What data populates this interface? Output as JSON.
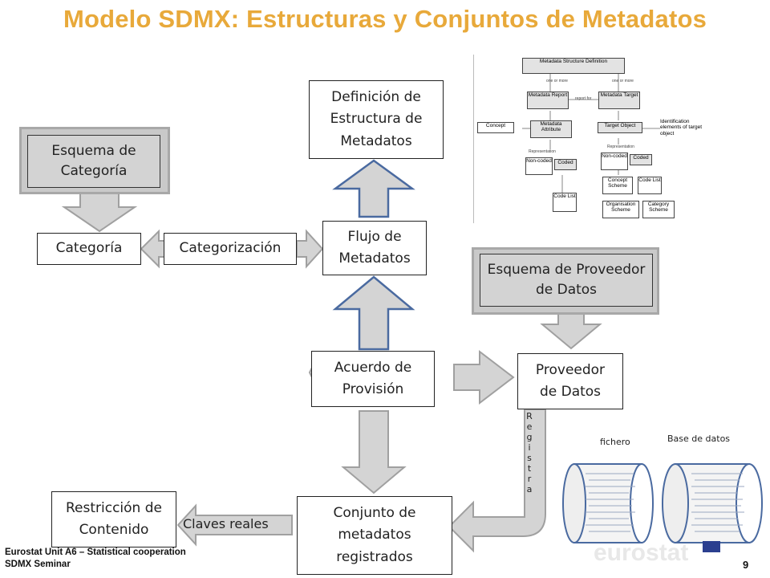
{
  "title": "Modelo SDMX: Estructuras y Conjuntos de Metadatos",
  "boxes": {
    "definicion": "Definición de Estructura de Metadatos",
    "esquema_categoria": "Esquema de Categoría",
    "categoria": "Categoría",
    "categorizacion": "Categorización",
    "flujo": "Flujo de Metadatos",
    "esquema_proveedor": "Esquema de Proveedor de Datos",
    "acuerdo": "Acuerdo de Provisión",
    "proveedor": "Proveedor de Datos",
    "restriccion": "Restricción de Contenido",
    "conjunto": "Conjunto de metadatos registrados"
  },
  "arrow_labels": {
    "claves": "Claves reales",
    "registra": "Registra"
  },
  "storage": {
    "fichero": "fichero",
    "base": "Base de datos"
  },
  "model_figure": {
    "msd": "Metadata Structure Definition",
    "report": "Metadata Report",
    "target": "Metadata Target",
    "concept": "Concept",
    "attribute": "Metadata Attribute",
    "target_object": "Target Object",
    "identification": "Identification elements of target object",
    "representation1": "Representation",
    "noncoded1": "Non-coded",
    "coded1": "Coded",
    "codelist1": "Code List",
    "representation2": "Representation",
    "noncoded2": "Non-coded",
    "coded2": "Coded",
    "concept_scheme": "Concept Scheme",
    "codelist2": "Code List",
    "org_scheme": "Organisation Scheme",
    "category_scheme": "Category Scheme",
    "one_or_more_1": "one or more",
    "one_or_more_2": "one or more",
    "report_for": "report for"
  },
  "footer": {
    "line1": "Eurostat Unit A6 – Statistical cooperation",
    "line2": "SDMX Seminar",
    "page": "9",
    "brand": "eurostat"
  },
  "colors": {
    "title": "#e8a93a",
    "arrow_fill": "#d4d4d4",
    "arrow_border_blue": "#4a6aa0",
    "gray_box": "#d3d3d3"
  }
}
